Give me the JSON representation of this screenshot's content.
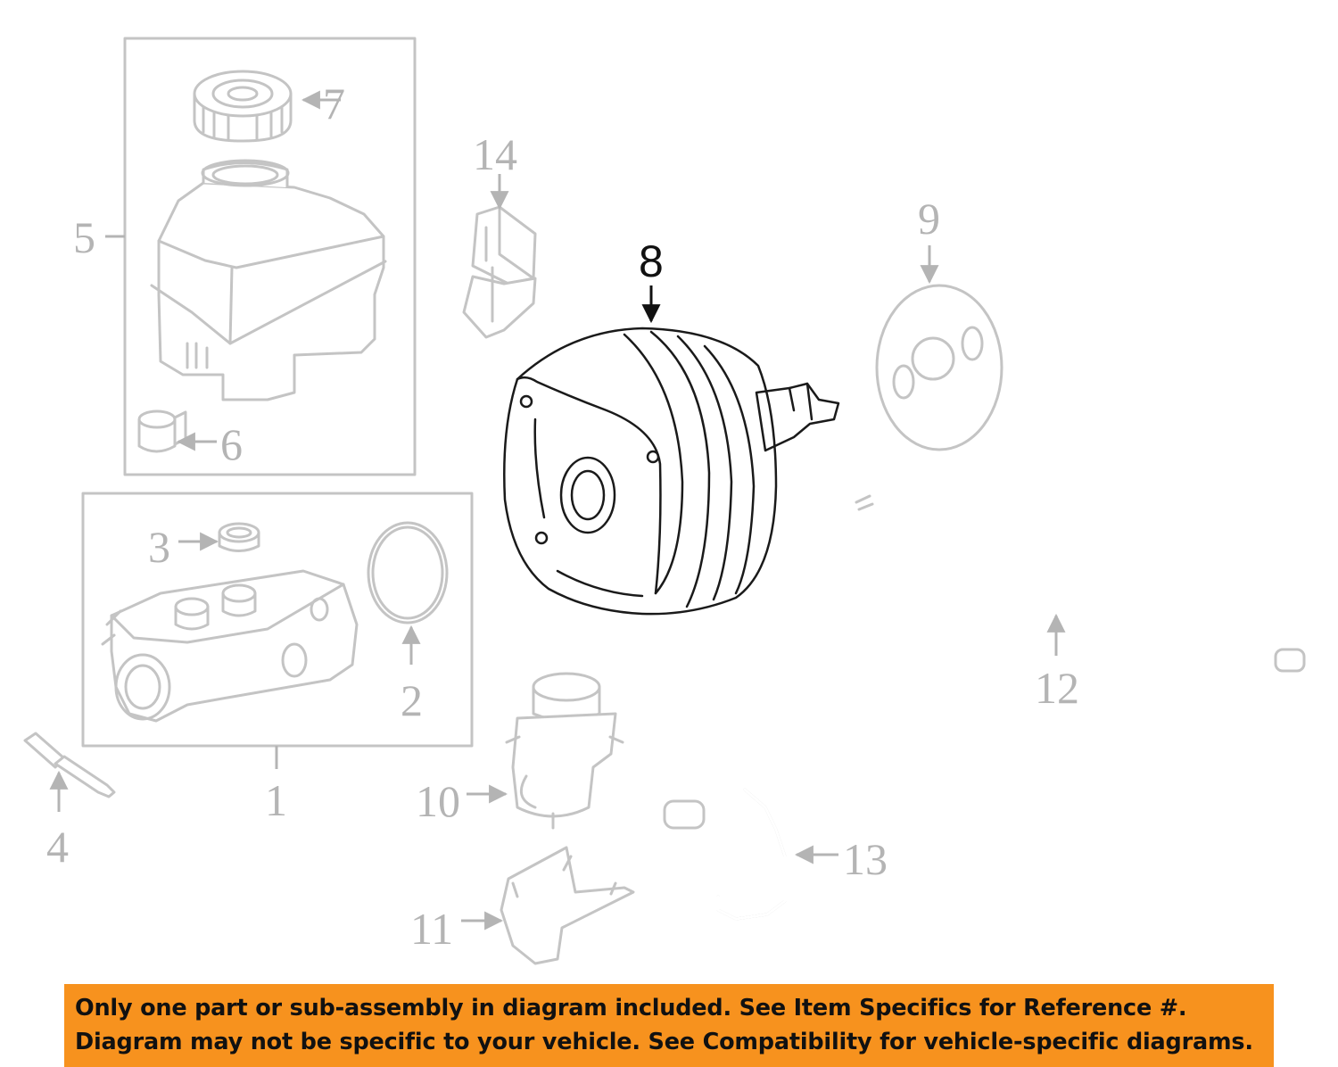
{
  "colors": {
    "highlight": "#f7921e",
    "outline": "#1a1a1a",
    "ghost": "#c4c4c4",
    "background": "#ffffff"
  },
  "callouts": {
    "c1": "1",
    "c2": "2",
    "c3": "3",
    "c4": "4",
    "c5": "5",
    "c6": "6",
    "c7": "7",
    "c8": "8",
    "c9": "9",
    "c10": "10",
    "c11": "11",
    "c12": "12",
    "c13": "13",
    "c14": "14"
  },
  "banner": {
    "line1": "Only one part or sub-assembly in diagram included. See Item Specifics for Reference #.",
    "line2": "Diagram may not be specific to your vehicle. See Compatibility for vehicle-specific diagrams."
  }
}
